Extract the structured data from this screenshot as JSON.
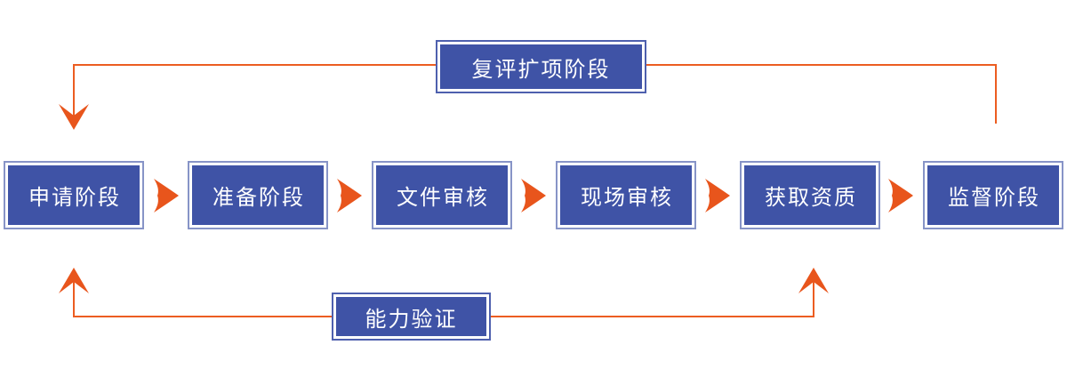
{
  "flow": {
    "steps": [
      {
        "id": "application",
        "label": "申请阶段"
      },
      {
        "id": "preparation",
        "label": "准备阶段"
      },
      {
        "id": "document-review",
        "label": "文件审核"
      },
      {
        "id": "onsite-review",
        "label": "现场审核"
      },
      {
        "id": "qualification",
        "label": "获取资质"
      },
      {
        "id": "supervision",
        "label": "监督阶段"
      }
    ]
  },
  "loops": {
    "top": {
      "label": "复评扩项阶段",
      "from": "监督阶段",
      "to": "申请阶段"
    },
    "bottom": {
      "label": "能力验证",
      "connects": [
        "申请阶段",
        "获取资质"
      ]
    }
  },
  "colors": {
    "box_fill": "#3F53A6",
    "box_border": "#8794C7",
    "callout_border": "#4E60AE",
    "arrow": "#E8551C",
    "line": "#EC5D21",
    "text": "#FFFFFF",
    "bg": "#FFFFFF"
  }
}
